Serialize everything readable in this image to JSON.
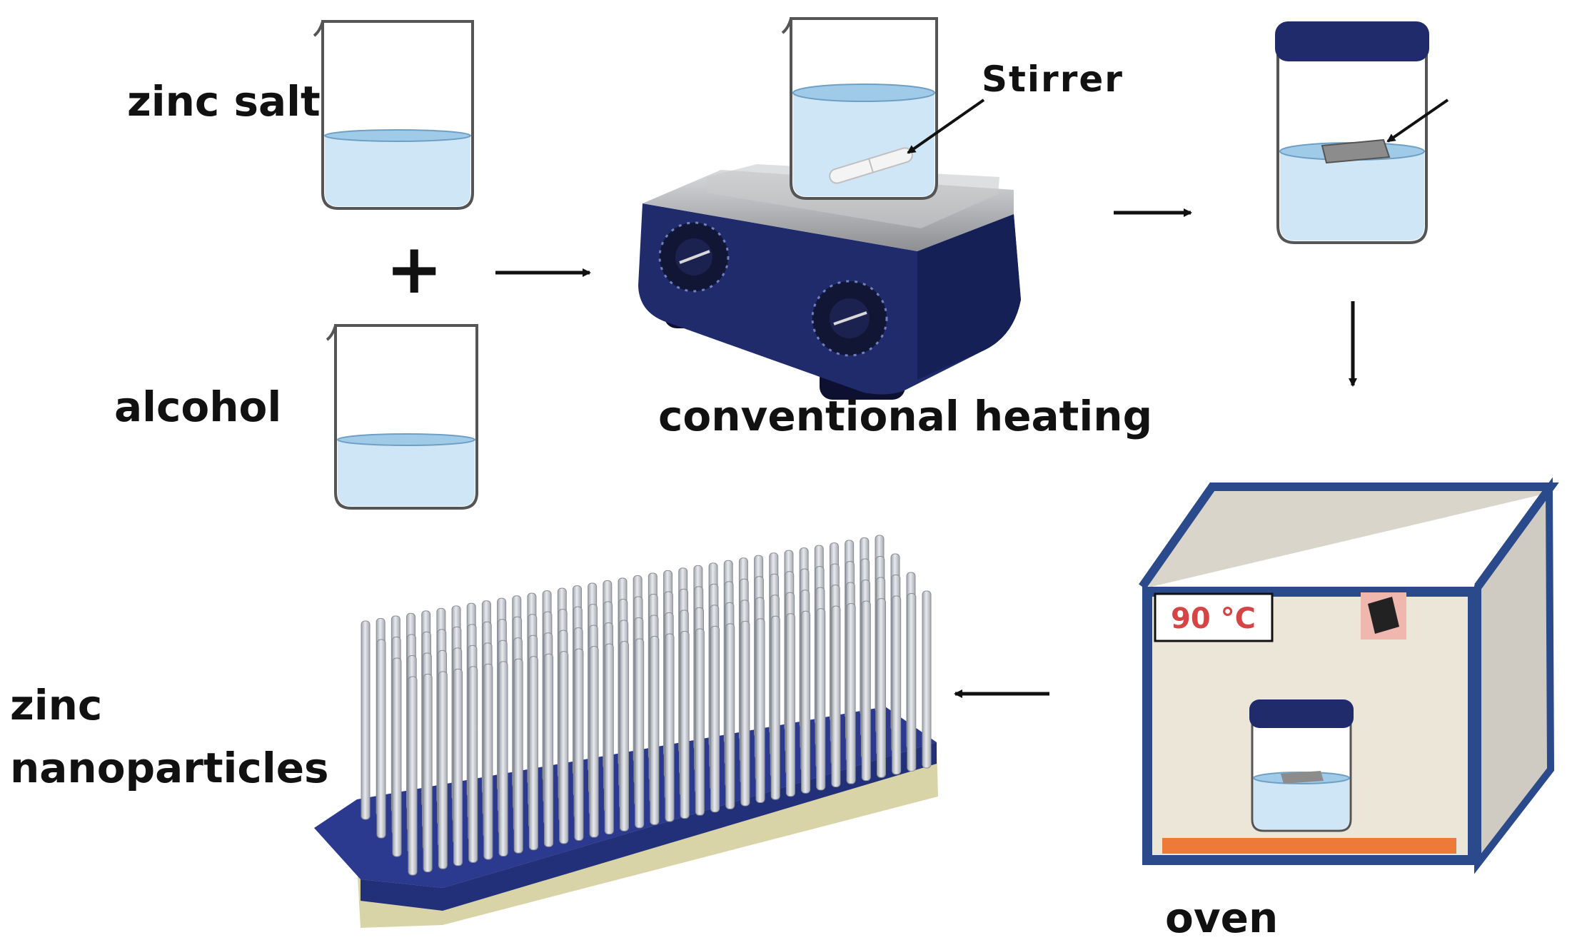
{
  "labels": {
    "zinc_salt": "zinc salt",
    "alcohol": "alcohol",
    "plus": "+",
    "stirrer": "Stirrer",
    "conventional_heating": "conventional heating",
    "oven": "oven",
    "oven_temperature": "90 °C",
    "product_line1": "zinc",
    "product_line2": "nanoparticles"
  },
  "colors": {
    "liquid": "#cfe6f7",
    "liquid_surface": "#9fcbe9",
    "navy": "#1f2b6b",
    "oven_frame": "#2a4a8c",
    "oven_inner": "#ece6d8",
    "oven_side": "#cfcbc2",
    "oven_heater": "#ee7a3a",
    "rod": "#c9ccd2",
    "substrate_top": "#2b3a8f",
    "substrate_base": "#d9d4a8"
  },
  "icons": {
    "beaker": "beaker-icon",
    "hotplate": "hotplate-stirrer-icon",
    "jar": "sealed-jar-icon",
    "oven": "oven-icon",
    "arrow": "arrow-icon",
    "nanorods": "nanorod-array-icon"
  }
}
